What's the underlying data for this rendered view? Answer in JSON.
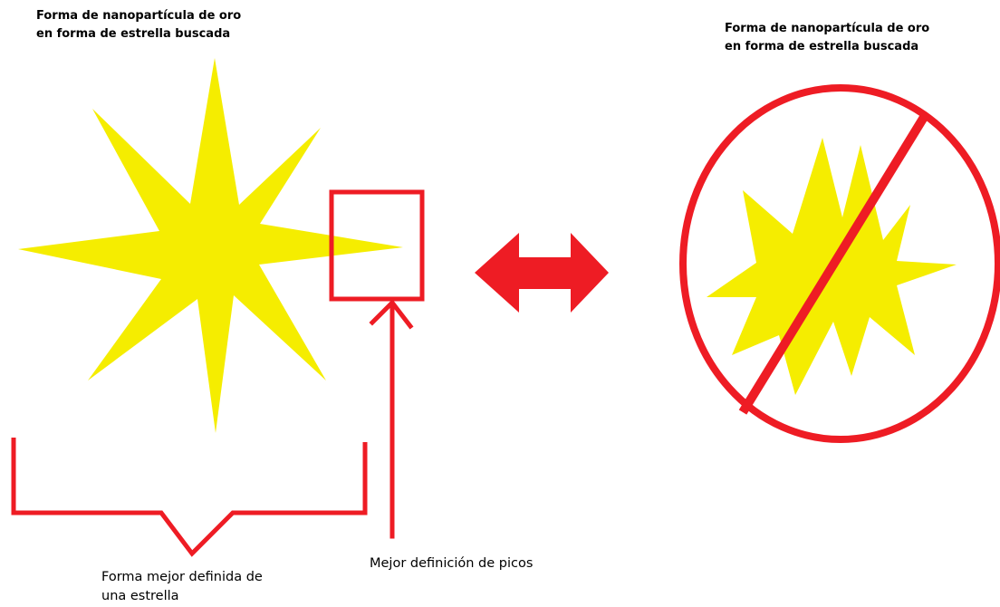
{
  "left_panel": {
    "title_line1": "Forma de nanopartícula de oro",
    "title_line2": "en forma de estrella buscada",
    "bracket_caption_line1": "Forma mejor definida de",
    "bracket_caption_line2": "una estrella",
    "peak_caption": "Mejor definición de picos"
  },
  "right_panel": {
    "title_line1": "Forma de nanopartícula de oro",
    "title_line2": "en forma de estrella buscada"
  },
  "colors": {
    "star_yellow": "#f5ed00",
    "annotation_red": "#ee1c24",
    "text": "#000000"
  },
  "icons": {
    "prohibition": "no-sign-icon",
    "comparison": "double-arrow-icon"
  }
}
